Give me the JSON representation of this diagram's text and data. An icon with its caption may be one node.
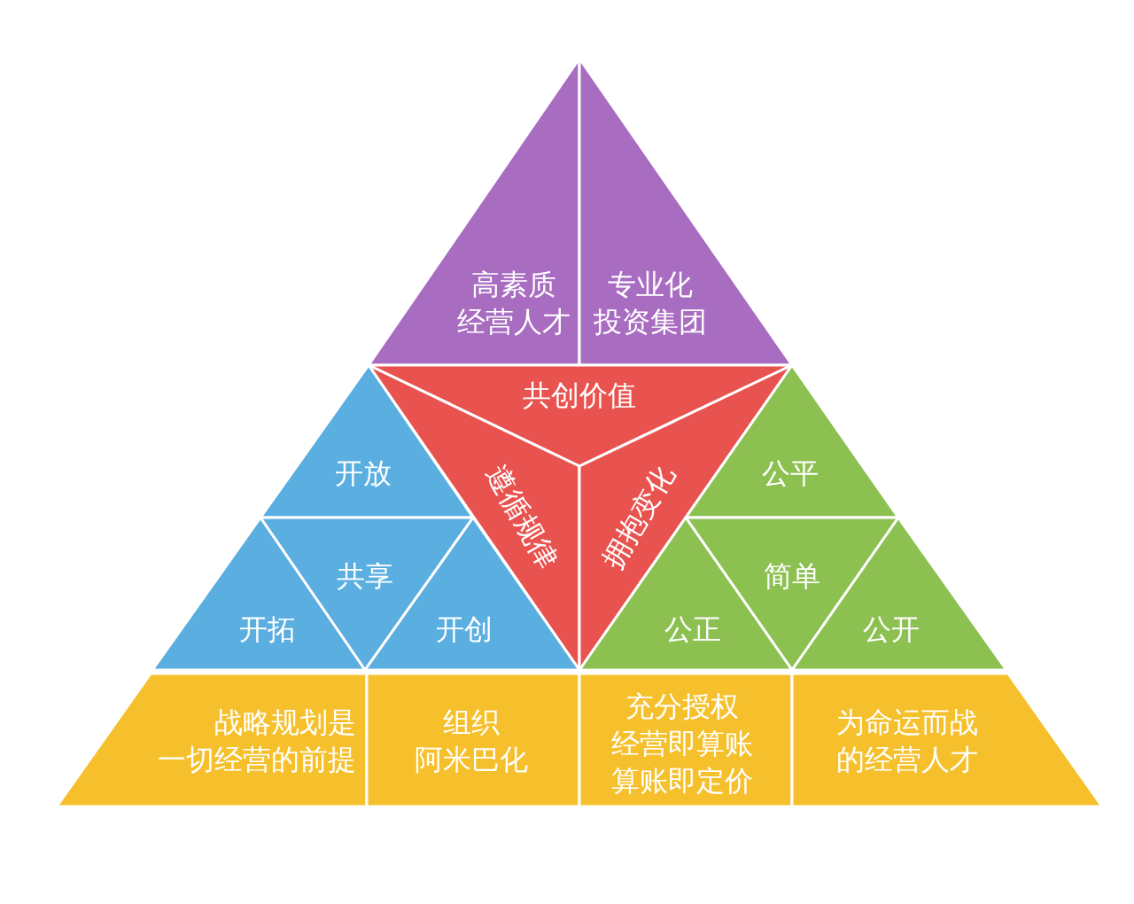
{
  "diagram": {
    "nodes": [
      {
        "text": [
          "高素质经营人才"
        ]
      },
      {
        "text": [
          "专业化投资集团"
        ]
      },
      {
        "text": [
          "共创价值"
        ]
      },
      {
        "text": [
          "遵循规律"
        ]
      },
      {
        "text": [
          "拥抱变化"
        ]
      },
      {
        "text": [
          "开放"
        ]
      },
      {
        "text": [
          "公平"
        ]
      },
      {
        "text": [
          "共享"
        ]
      },
      {
        "text": [
          "简单"
        ]
      },
      {
        "text": [
          "开拓"
        ]
      },
      {
        "text": [
          "开创"
        ]
      },
      {
        "text": [
          "公正"
        ]
      },
      {
        "text": [
          "公开"
        ]
      },
      {
        "text": [
          "战略规划是一切经营的前提"
        ]
      },
      {
        "text": [
          "组织阿米巴化"
        ]
      },
      {
        "text": [
          "充分授权经营即算账算账即定价"
        ]
      },
      {
        "text": [
          "为命运而战的经营人才"
        ]
      }
    ]
  }
}
